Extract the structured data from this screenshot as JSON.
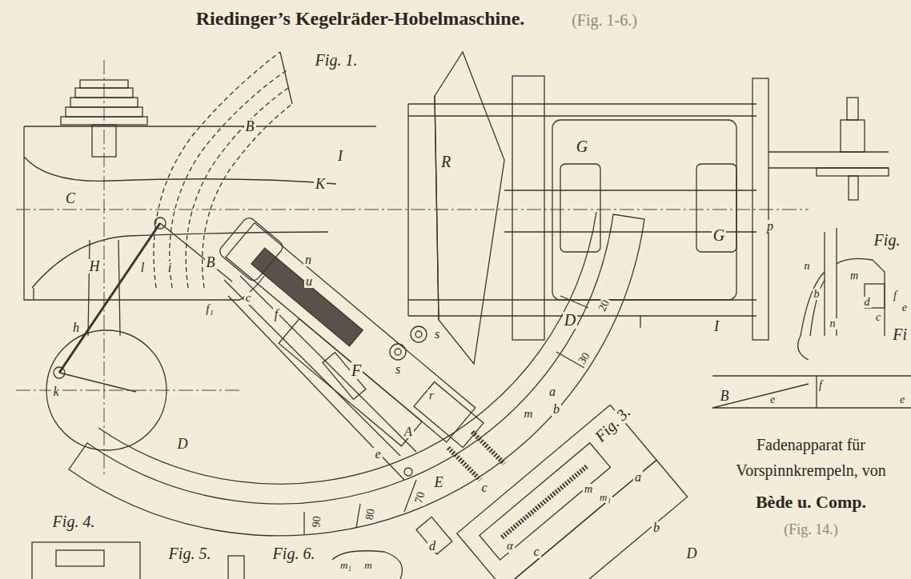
{
  "diagram": {
    "title": "Riedinger’s Kegelräder-Hobelmaschine.",
    "labels": [
      "(Fig. 1-6.)",
      "Fig. 1.",
      "B",
      "I",
      "K",
      "C",
      "R",
      "G",
      "G",
      "p",
      "H",
      "l",
      "i",
      "B",
      "n",
      "u",
      "h",
      "f",
      "f₁",
      "c",
      "D",
      "20",
      "30",
      "F",
      "s",
      "s",
      "r",
      "a",
      "m",
      "b",
      "A",
      "e",
      "E",
      "c",
      "D",
      "d",
      "70",
      "80",
      "90",
      "k",
      "Fig. 3.",
      "a",
      "m",
      "m₁",
      "b",
      "c",
      "α",
      "D",
      "Fig. 4.",
      "Fig. 5.",
      "Fig. 6.",
      "m₁",
      "m",
      "Fadenapparat für Vorspinnkrempeln, von",
      "Bède u. Comp.",
      "(Fig. 14.)",
      "Fig.",
      "Fi",
      "n",
      "m",
      "b",
      "f",
      "e",
      "d",
      "c",
      "n",
      "B",
      "e",
      "f",
      "e",
      "I"
    ]
  }
}
